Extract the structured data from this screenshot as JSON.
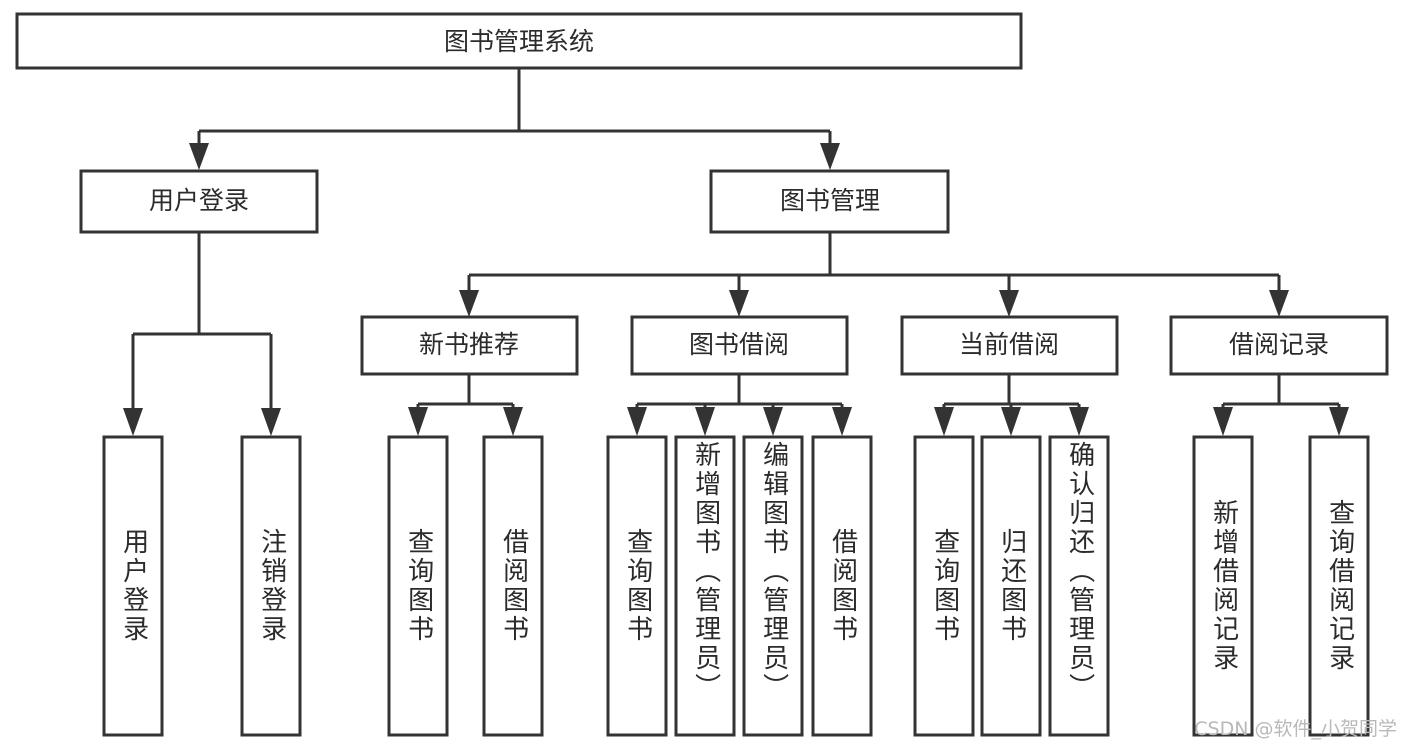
{
  "diagram": {
    "title": "图书管理系统",
    "type": "tree-hierarchy",
    "watermark": "CSDN @软件_小贺同学",
    "colors": {
      "stroke": "#333333",
      "fill": "#ffffff",
      "text": "#2b2b2b",
      "watermark": "#b9b9b9"
    },
    "root": {
      "label": "图书管理系统"
    },
    "level2": [
      {
        "label": "用户登录"
      },
      {
        "label": "图书管理"
      }
    ],
    "level3": [
      {
        "label": "新书推荐"
      },
      {
        "label": "图书借阅"
      },
      {
        "label": "当前借阅"
      },
      {
        "label": "借阅记录"
      }
    ],
    "leaves": {
      "user_login": [
        {
          "label": "用户登录"
        },
        {
          "label": "注销登录"
        }
      ],
      "new_book": [
        {
          "label": "查询图书"
        },
        {
          "label": "借阅图书"
        }
      ],
      "book_borrow": [
        {
          "label": "查询图书"
        },
        {
          "label": "新增图书（管理员）"
        },
        {
          "label": "编辑图书（管理员）"
        },
        {
          "label": "借阅图书"
        }
      ],
      "current_borrow": [
        {
          "label": "查询图书"
        },
        {
          "label": "归还图书"
        },
        {
          "label": "确认归还（管理员）"
        }
      ],
      "borrow_record": [
        {
          "label": "新增借阅记录"
        },
        {
          "label": "查询借阅记录"
        }
      ]
    }
  }
}
